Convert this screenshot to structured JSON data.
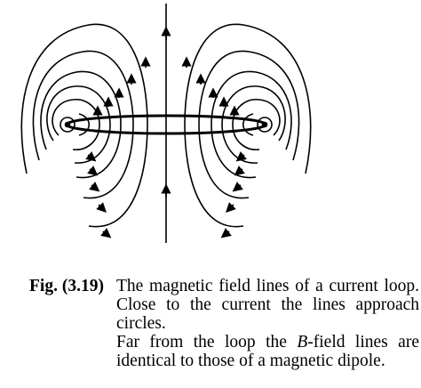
{
  "figure": {
    "caption_label": "Fig. (3.19)",
    "caption_line_1": "The magnetic field lines of a current loop. Close to the current the lines approach circles.",
    "caption_line_2_prefix": "Far from the loop the ",
    "caption_line_2_symbol": "B",
    "caption_line_2_suffix": "-field lines are identical to those of a magnetic dipole."
  }
}
